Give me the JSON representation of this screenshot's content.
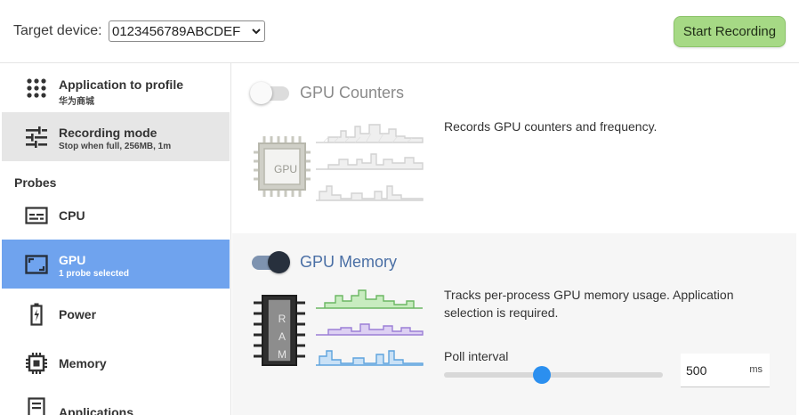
{
  "header": {
    "target_label": "Target device:",
    "device_value": "0123456789ABCDEF",
    "start_label": "Start Recording",
    "start_color": "#a6d985"
  },
  "sidebar": {
    "app": {
      "title": "Application to profile",
      "subtitle": "华为商城"
    },
    "mode": {
      "title": "Recording mode",
      "subtitle": "Stop when full, 256MB, 1m"
    },
    "probes_header": "Probes",
    "items": [
      {
        "title": "CPU",
        "icon": "cpu-chip-icon"
      },
      {
        "title": "GPU",
        "subtitle": "1 probe selected",
        "icon": "gpu-icon",
        "selected": true
      },
      {
        "title": "Power",
        "icon": "battery-icon"
      },
      {
        "title": "Memory",
        "icon": "memory-chip-icon"
      },
      {
        "title": "Applications",
        "icon": "applications-icon"
      }
    ],
    "selected_color": "#6fa3ee"
  },
  "main": {
    "gpu_counters": {
      "title": "GPU Counters",
      "enabled": false,
      "description": "Records GPU counters and frequency.",
      "chip_label": "GPU"
    },
    "gpu_memory": {
      "title": "GPU Memory",
      "enabled": true,
      "description": "Tracks per-process GPU memory usage. Application selection is required.",
      "chip_label": "RAM",
      "poll_label": "Poll interval",
      "poll_value": "500",
      "poll_unit": "ms",
      "slider_color": "#2b8fef"
    }
  }
}
